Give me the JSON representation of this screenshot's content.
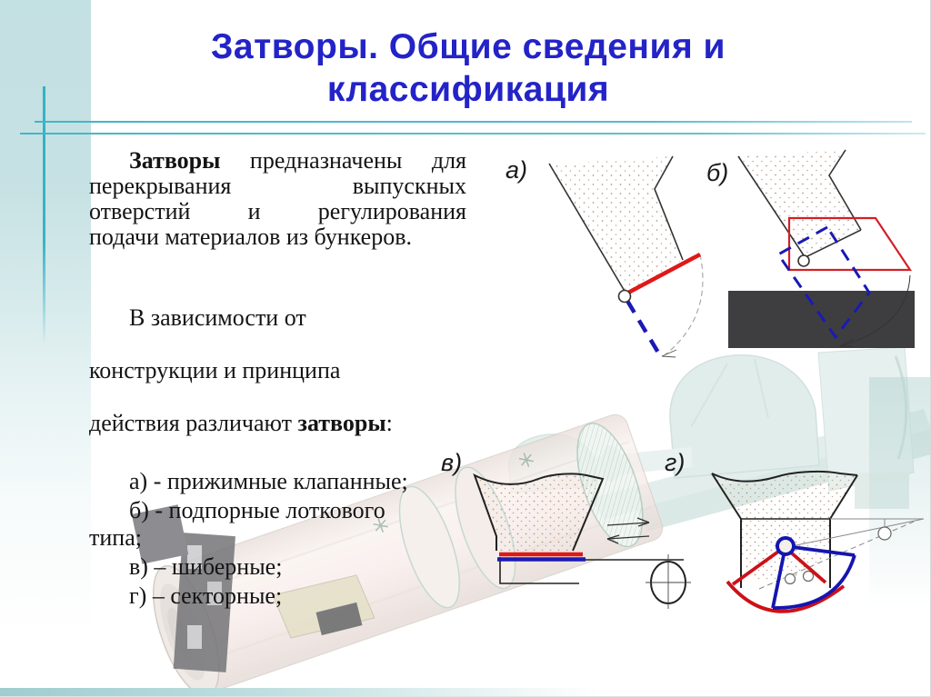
{
  "slide": {
    "title_line1": "Затворы. Общие сведения и",
    "title_line2": "классификация"
  },
  "content": {
    "p1_line1_bold": "Затворы",
    "p1_line1_rest": "предназначены для",
    "p1_line2": "перекрывания выпускных",
    "p1_line3": "отверстий и регулирования",
    "p1_line4": "подачи материалов из бункеров.",
    "p2_line1": "В зависимости от",
    "p2_line2": "конструкции и принципа",
    "p2_line3_prefix": "действия различают",
    "p2_line3_bold": "затворы",
    "p2_line3_suffix": ":",
    "items": [
      "а) - прижимные клапанные;",
      "б) - подпорные лоткового\nтипа;",
      "в) – шиберные;",
      "г) – секторные;"
    ]
  },
  "figures": {
    "label_a": "а)",
    "label_b": "б)",
    "label_v": "в)",
    "label_g": "г)"
  },
  "colors": {
    "title_blue": "#2323c8",
    "accent_teal": "#3ab3c6",
    "strip_teal": "#c3e0e2",
    "diagram_red": "#e01818",
    "diagram_blue": "#1a1ab4",
    "dark_block": "#3e3e41"
  }
}
